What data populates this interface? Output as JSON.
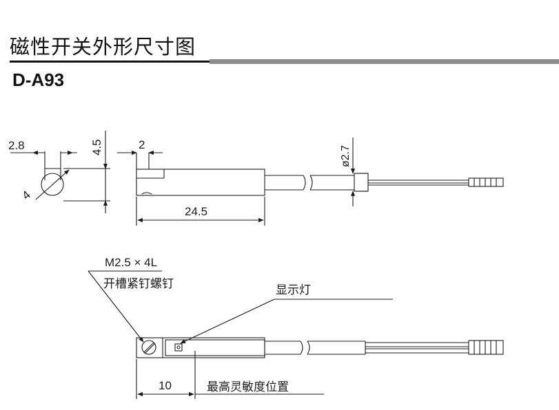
{
  "header": {
    "title": "磁性开关外形尺寸图",
    "model": "D-A93"
  },
  "top_view": {
    "dim_width_small": "2.8",
    "dim_height_small": "4.5",
    "dim_diameter_small": "4",
    "dim_offset": "2",
    "dim_length": "24.5",
    "dim_cable_dia": "ø2.7"
  },
  "bottom_view": {
    "screw_spec": "M2.5 × 4L",
    "screw_name": "开槽紧钉螺钉",
    "led_label": "显示灯",
    "dim_sensing": "10",
    "sensing_label": "最高灵敏度位置"
  },
  "colors": {
    "line": "#1a1a1a",
    "title_rule_gray": "#8c8c8c"
  }
}
